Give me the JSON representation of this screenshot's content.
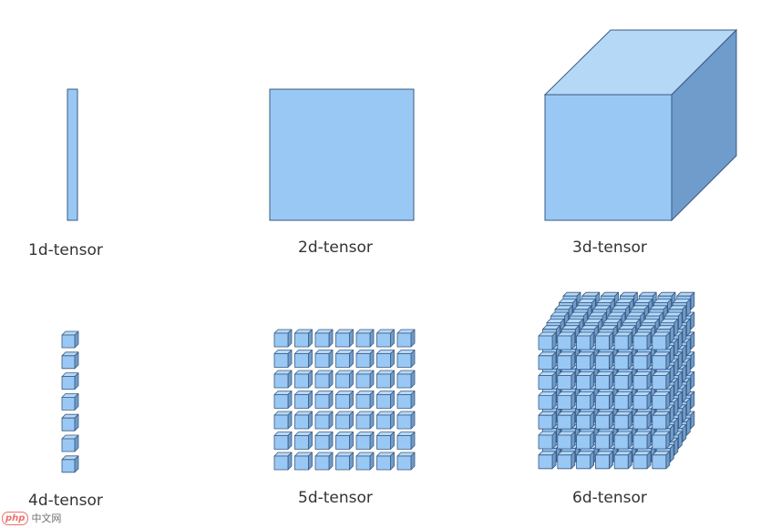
{
  "tensors": [
    {
      "id": "1d",
      "label": "1d-tensor"
    },
    {
      "id": "2d",
      "label": "2d-tensor"
    },
    {
      "id": "3d",
      "label": "3d-tensor"
    },
    {
      "id": "4d",
      "label": "4d-tensor"
    },
    {
      "id": "5d",
      "label": "5d-tensor"
    },
    {
      "id": "6d",
      "label": "6d-tensor"
    }
  ],
  "watermark": {
    "logo": "php",
    "text": "中文网"
  },
  "colors": {
    "face_front": "#99c8f5",
    "face_top": "#b6d8f7",
    "face_side": "#6f9ccb",
    "stroke": "#3a5a80"
  }
}
